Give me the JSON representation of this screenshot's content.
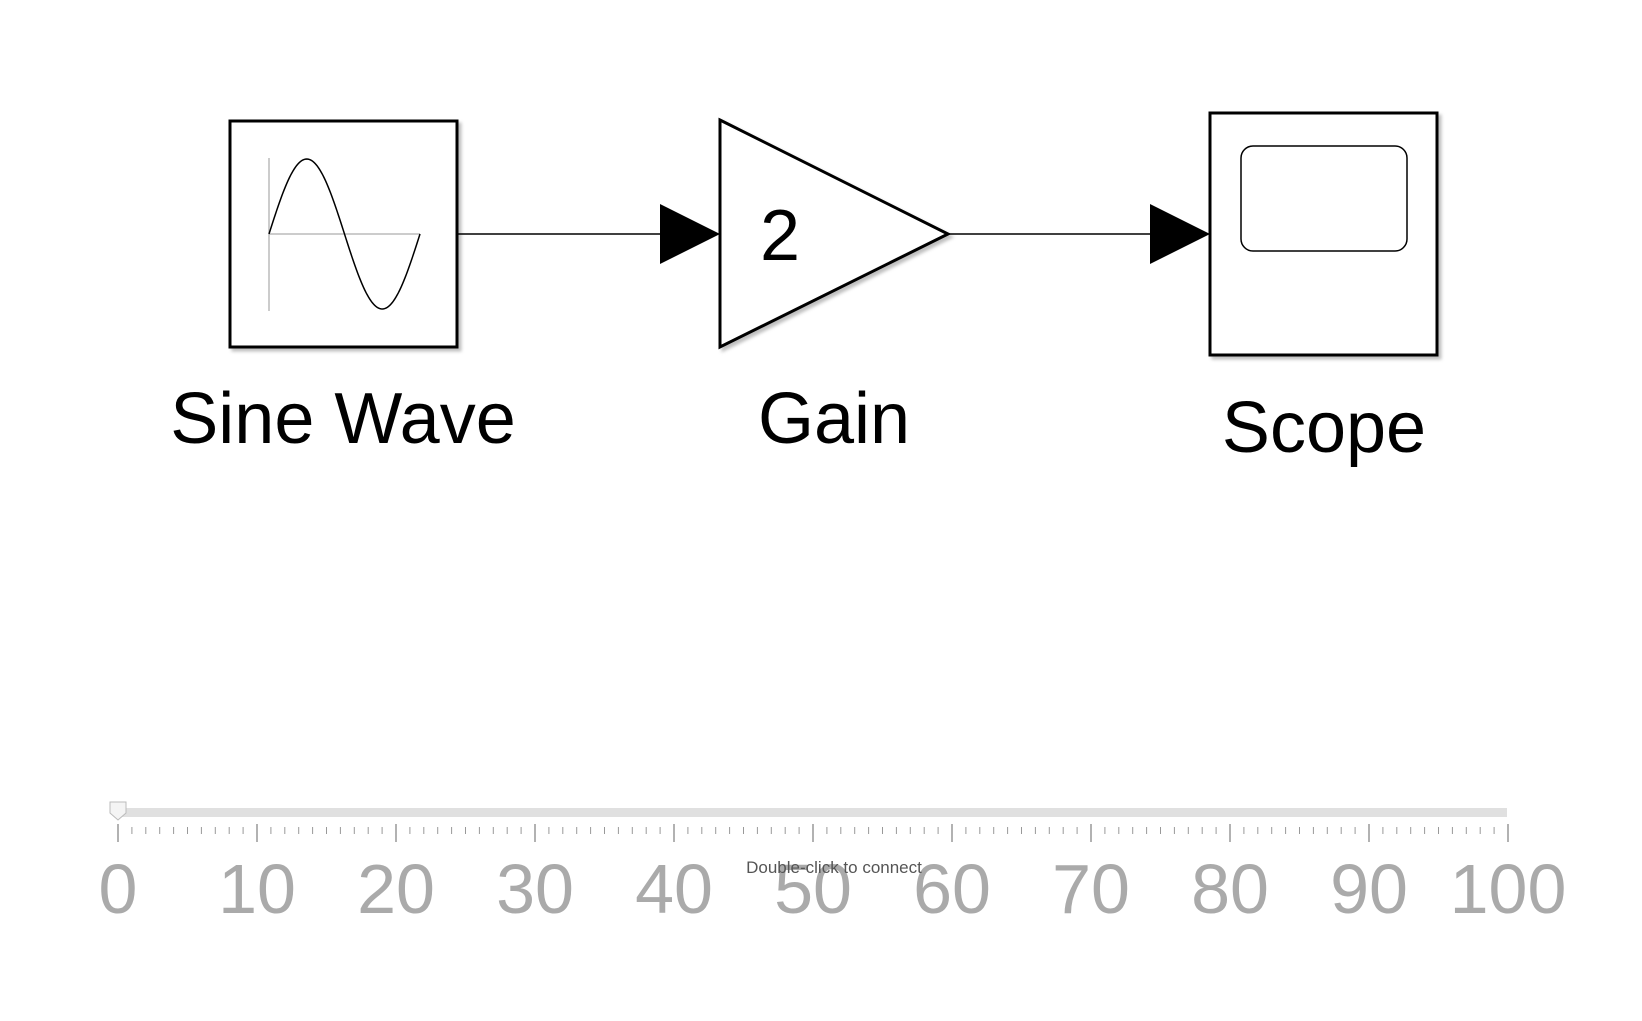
{
  "blocks": {
    "sine": {
      "label": "Sine Wave"
    },
    "gain": {
      "label": "Gain",
      "value": "2"
    },
    "scope": {
      "label": "Scope"
    }
  },
  "slider": {
    "min": 0,
    "max": 100,
    "value": 0,
    "major_step": 10,
    "minor_step": 1,
    "tick_labels": [
      "0",
      "10",
      "20",
      "30",
      "40",
      "50",
      "60",
      "70",
      "80",
      "90",
      "100"
    ],
    "hint": "Double-click to connect"
  },
  "colors": {
    "line": "#000000",
    "tick_label": "#aaaaaa",
    "track": "#e0e0e0",
    "axis": "#999999"
  }
}
